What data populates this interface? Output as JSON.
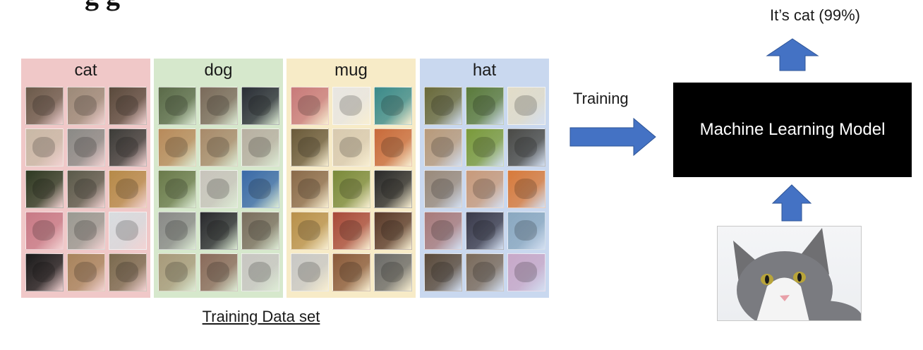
{
  "diagram": {
    "cut_title": "g                              g",
    "categories": [
      {
        "label": "cat",
        "bg": "#f0c8c8",
        "tile_colors": [
          "#6b5a4a",
          "#9c8a78",
          "#5a4a3c",
          "#c9b9a6",
          "#8a8a86",
          "#3c3c38",
          "#2e3a22",
          "#5a5a4a",
          "#b68a48",
          "#c87a86",
          "#9a9a92",
          "#d8dcdf",
          "#1a1a1a",
          "#a8845c",
          "#7a6a4e"
        ]
      },
      {
        "label": "dog",
        "bg": "#d6e8cc",
        "tile_colors": [
          "#5a6a48",
          "#7a6a5a",
          "#2a2e36",
          "#b88a5a",
          "#a88a6a",
          "#b8b0a2",
          "#6a7a4a",
          "#c8c4bc",
          "#3a6aa8",
          "#8a8a88",
          "#2a2a2e",
          "#7a6e5e",
          "#a89a7a",
          "#8a6a5a",
          "#c8c6c2"
        ]
      },
      {
        "label": "mug",
        "bg": "#f7ebc7",
        "tile_colors": [
          "#c87a7a",
          "#e8e6e2",
          "#3a8a8a",
          "#6a5a3a",
          "#d8cab0",
          "#c86a3a",
          "#8a6a4a",
          "#7a8a3a",
          "#2a2a2a",
          "#b8904a",
          "#a84a3a",
          "#5a3a2a",
          "#c8c8c6",
          "#8a5a3a",
          "#6a6a68"
        ]
      },
      {
        "label": "hat",
        "bg": "#c9d8ef",
        "tile_colors": [
          "#6a6a3a",
          "#5a7a3a",
          "#e2dcc8",
          "#b89a7a",
          "#7a9a3a",
          "#4a4a46",
          "#9a8a7a",
          "#c89a7a",
          "#d87a3a",
          "#a87a7a",
          "#3a3a4a",
          "#8aa8c0",
          "#5a4a3a",
          "#7a6a5a",
          "#c8a8c8"
        ]
      }
    ],
    "dataset_label": "Training Data set",
    "training_label": "Training",
    "model_label": "Machine Learning Model",
    "result_label": "It’s cat (99%)",
    "arrow_color": "#4472c4"
  }
}
